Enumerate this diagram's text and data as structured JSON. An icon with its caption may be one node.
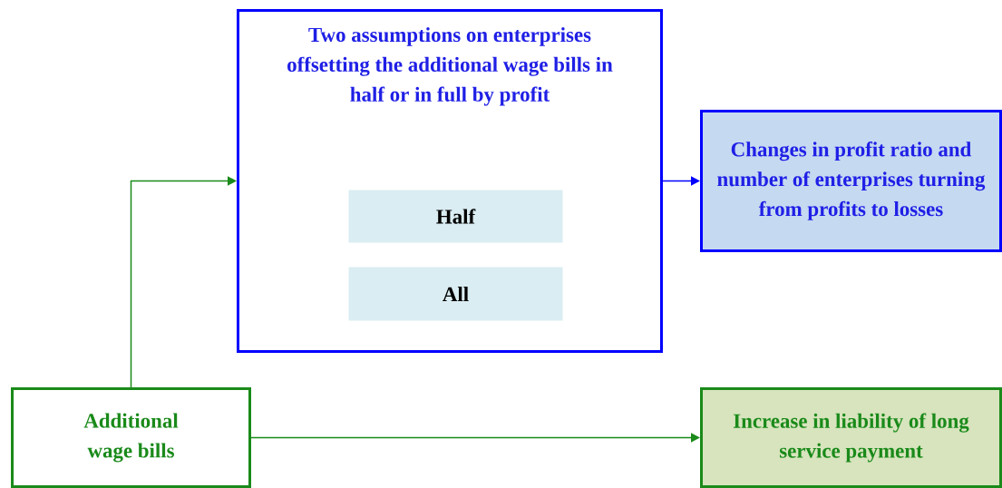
{
  "diagram": {
    "nodes": [
      {
        "text": [
          "Two assumptions on enterprises offsetting the additional wage bills in half or in full by profit"
        ]
      },
      {
        "text": [
          "Half"
        ],
        "in": 0
      },
      {
        "text": [
          "All"
        ],
        "in": 0
      },
      {
        "text": [
          "Changes in profit ratio and number of enterprises turning from profits to losses"
        ]
      },
      {
        "text": [
          "Additional wage bills"
        ]
      },
      {
        "text": [
          "Increase in liability of long service payment"
        ]
      }
    ],
    "edges": [
      {
        "from": 4,
        "to": 0,
        "arrow": "to",
        "color": "#1a8a1a"
      },
      {
        "from": 0,
        "to": 3,
        "arrow": "to",
        "color": "#0000ff"
      },
      {
        "from": 4,
        "to": 5,
        "arrow": "to",
        "color": "#1a8a1a"
      }
    ]
  }
}
